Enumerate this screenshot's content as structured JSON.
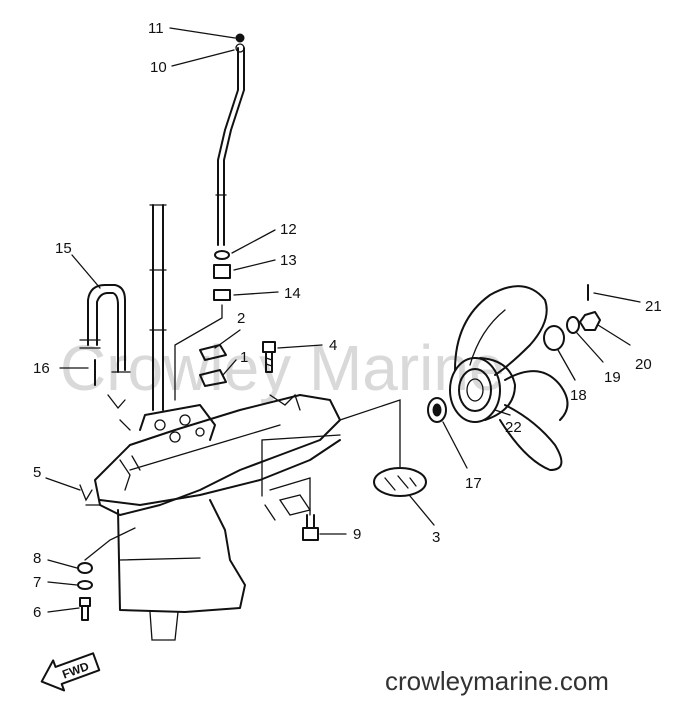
{
  "watermark": "Crowley Marine",
  "website": "crowleymarine.com",
  "fwd_label": "FWD",
  "callouts": [
    {
      "num": "1"
    },
    {
      "num": "2"
    },
    {
      "num": "3"
    },
    {
      "num": "4"
    },
    {
      "num": "5"
    },
    {
      "num": "6"
    },
    {
      "num": "7"
    },
    {
      "num": "8"
    },
    {
      "num": "9"
    },
    {
      "num": "10"
    },
    {
      "num": "11"
    },
    {
      "num": "12"
    },
    {
      "num": "13"
    },
    {
      "num": "14"
    },
    {
      "num": "15"
    },
    {
      "num": "16"
    },
    {
      "num": "17"
    },
    {
      "num": "18"
    },
    {
      "num": "19"
    },
    {
      "num": "20"
    },
    {
      "num": "21"
    },
    {
      "num": "22"
    }
  ]
}
